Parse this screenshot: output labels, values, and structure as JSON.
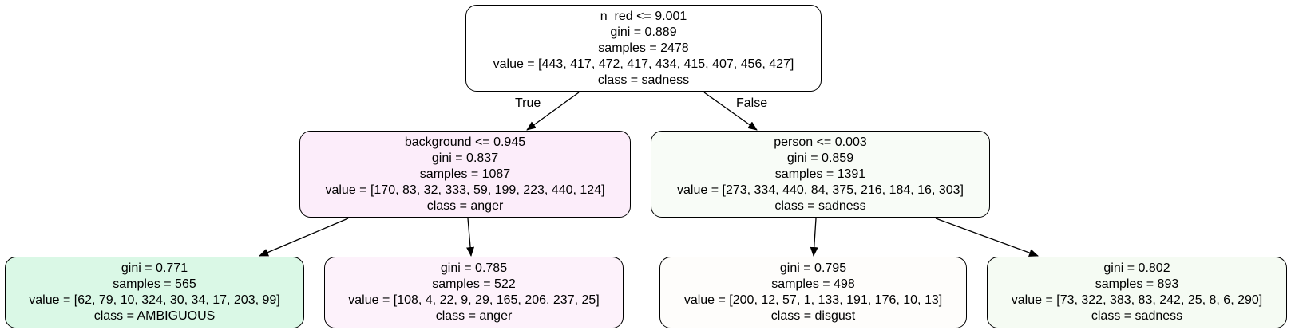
{
  "tree": {
    "nodes": [
      {
        "id": "root",
        "split": "n_red <= 9.001",
        "gini": "gini = 0.889",
        "samples": "samples = 2478",
        "value": "value = [443, 417, 472, 417, 434, 415, 407, 456, 427]",
        "class": "class = sadness",
        "fill": "#ffffff"
      },
      {
        "id": "left",
        "split": "background <= 0.945",
        "gini": "gini = 0.837",
        "samples": "samples = 1087",
        "value": "value = [170, 83, 32, 333, 59, 199, 223, 440, 124]",
        "class": "class = anger",
        "fill": "#fcedfa"
      },
      {
        "id": "right",
        "split": "person <= 0.003",
        "gini": "gini = 0.859",
        "samples": "samples = 1391",
        "value": "value = [273, 334, 440, 84, 375, 216, 184, 16, 303]",
        "class": "class = sadness",
        "fill": "#f8fcf7"
      },
      {
        "id": "ll",
        "gini": "gini = 0.771",
        "samples": "samples = 565",
        "value": "value = [62, 79, 10, 324, 30, 34, 17, 203, 99]",
        "class": "class = AMBIGUOUS",
        "fill": "#daf8e6"
      },
      {
        "id": "lr",
        "gini": "gini = 0.785",
        "samples": "samples = 522",
        "value": "value = [108, 4, 22, 9, 29, 165, 206, 237, 25]",
        "class": "class = anger",
        "fill": "#fdf2fb"
      },
      {
        "id": "rl",
        "gini": "gini = 0.795",
        "samples": "samples = 498",
        "value": "value = [200, 12, 57, 1, 133, 191, 176, 10, 13]",
        "class": "class = disgust",
        "fill": "#fefdfb"
      },
      {
        "id": "rr",
        "gini": "gini = 0.802",
        "samples": "samples = 893",
        "value": "value = [73, 322, 383, 83, 242, 25, 8, 6, 290]",
        "class": "class = sadness",
        "fill": "#f5fbf3"
      }
    ],
    "edges": [
      {
        "from": "root",
        "to": "left",
        "label": "True"
      },
      {
        "from": "root",
        "to": "right",
        "label": "False"
      },
      {
        "from": "left",
        "to": "ll",
        "label": ""
      },
      {
        "from": "left",
        "to": "lr",
        "label": ""
      },
      {
        "from": "right",
        "to": "rl",
        "label": ""
      },
      {
        "from": "right",
        "to": "rr",
        "label": ""
      }
    ],
    "line_color": "#000000"
  }
}
